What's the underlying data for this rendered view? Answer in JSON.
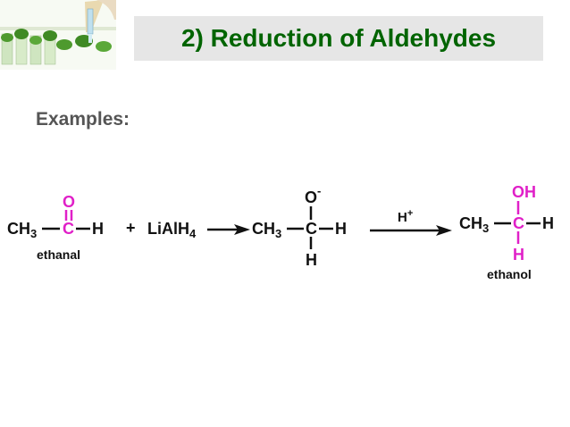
{
  "slide": {
    "title": "2) Reduction of Aldehydes",
    "section_label": "Examples:"
  },
  "colors": {
    "title": "#006400",
    "title_bar": "#e6e6e6",
    "text": "#111111",
    "label_gray": "#555555",
    "highlight": "#e020c8"
  },
  "reaction": {
    "reactant": {
      "ch3": "CH",
      "ch3_sub": "3",
      "carbon": "C",
      "oxygen": "O",
      "hydrogen": "H",
      "name": "ethanal"
    },
    "plus": "+",
    "reagent": {
      "main": "LiAlH",
      "sub": "4"
    },
    "intermediate": {
      "ch3": "CH",
      "ch3_sub": "3",
      "carbon": "C",
      "oxygen": "O",
      "charge": "-",
      "hydrogen_right": "H",
      "hydrogen_bottom": "H"
    },
    "acid": {
      "symbol": "H",
      "charge": "+"
    },
    "product": {
      "ch3": "CH",
      "ch3_sub": "3",
      "carbon": "C",
      "hydroxyl": "OH",
      "hydrogen_right": "H",
      "hydrogen_bottom": "H",
      "name": "ethanol"
    }
  },
  "icons": {
    "logo": "lab-plant-pipette-icon"
  }
}
